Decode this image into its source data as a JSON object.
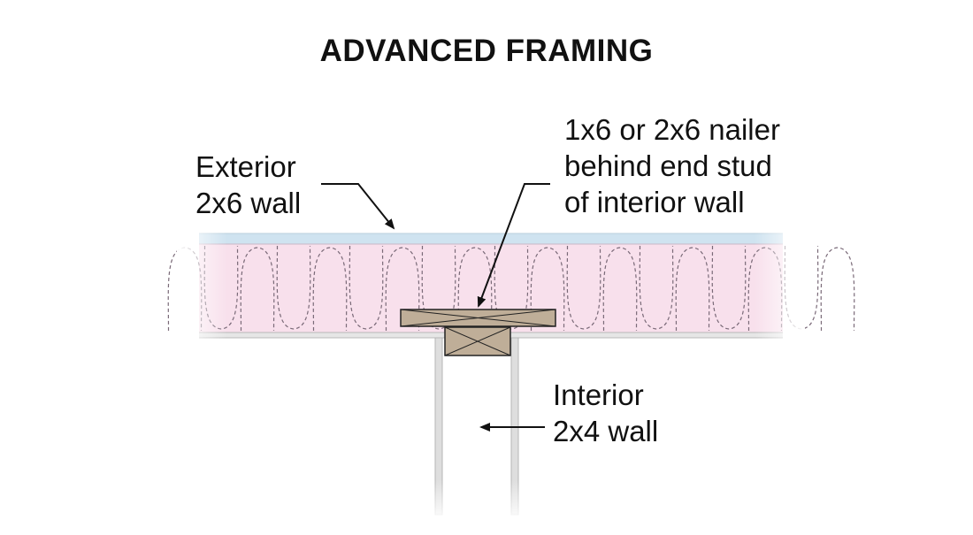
{
  "title": "ADVANCED FRAMING",
  "labels": {
    "exterior_wall": [
      "Exterior",
      "2x6 wall"
    ],
    "nailer": [
      "1x6 or 2x6 nailer",
      "behind end stud",
      "of interior wall"
    ],
    "interior_wall": [
      "Interior",
      "2x4 wall"
    ]
  },
  "colors": {
    "insulation": "#f8e0ec",
    "sheathing": "#cfe3f0",
    "lumber": "#bfae98",
    "drywall": "#dedede"
  }
}
